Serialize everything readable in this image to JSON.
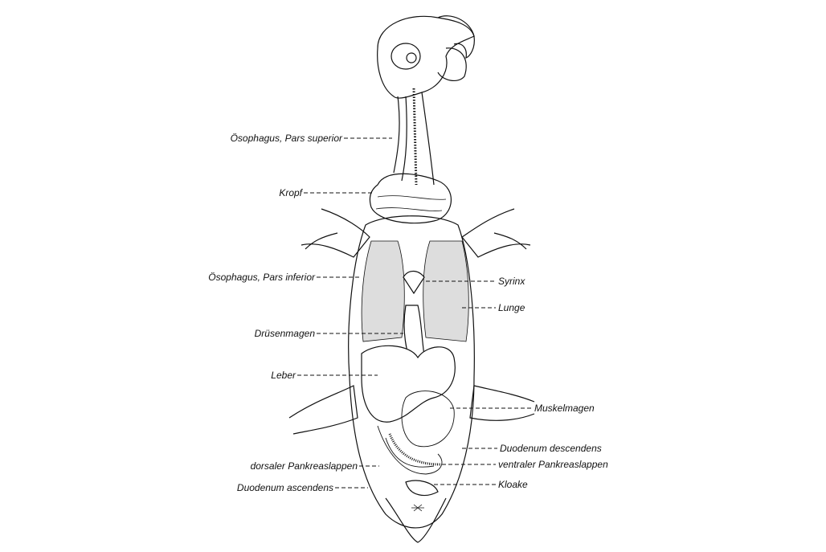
{
  "diagram": {
    "left_labels": [
      "Ösophagus, Pars superior",
      "Kropf",
      "Ösophagus, Pars inferior",
      "Drüsenmagen",
      "Leber",
      "dorsaler Pankreaslappen",
      "Duodenum ascendens"
    ],
    "right_labels": [
      "Syrinx",
      "Lunge",
      "Muskelmagen",
      "Duodenum descendens",
      "ventraler Pankreaslappen",
      "Kloake"
    ]
  }
}
